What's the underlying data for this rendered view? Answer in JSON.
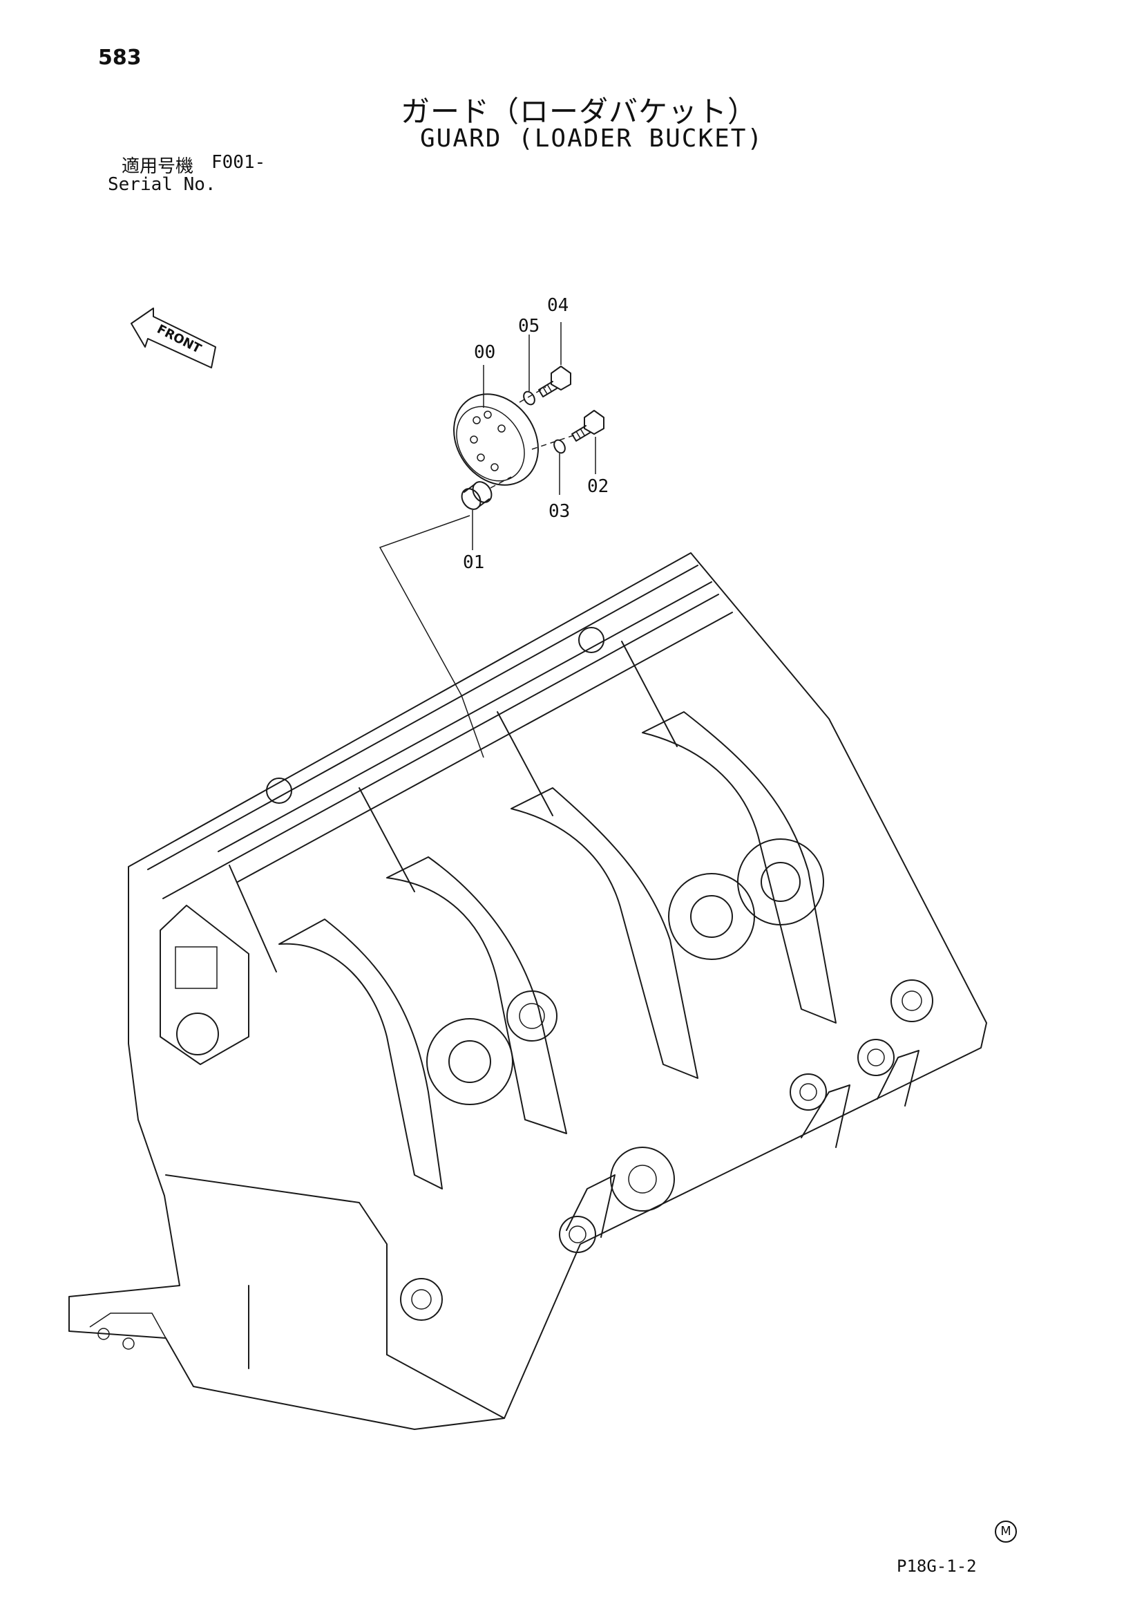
{
  "page_number": "583",
  "title_ja": "ガード（ローダバケット）",
  "title_en": "GUARD (LOADER BUCKET)",
  "serial": {
    "label_ja": "適用号機",
    "code": "F001-",
    "label_en": "Serial No."
  },
  "front_label": "FRONT",
  "callouts": [
    "00",
    "01",
    "02",
    "03",
    "04",
    "05"
  ],
  "drawing_code": "P18G-1-2",
  "mark": "M"
}
